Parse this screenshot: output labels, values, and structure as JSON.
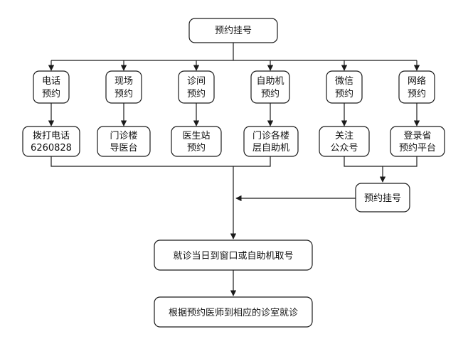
{
  "top": {
    "label": "预约挂号"
  },
  "channels": [
    {
      "line1": "电话",
      "line2": "预约"
    },
    {
      "line1": "现场",
      "line2": "预约"
    },
    {
      "line1": "诊间",
      "line2": "预约"
    },
    {
      "line1": "自助机",
      "line2": "预约"
    },
    {
      "line1": "微信",
      "line2": "预约"
    },
    {
      "line1": "网络",
      "line2": "预约"
    }
  ],
  "methods": [
    {
      "line1": "拨打电话",
      "line2": "6260828"
    },
    {
      "line1": "门诊楼",
      "line2": "导医台"
    },
    {
      "line1": "医生站",
      "line2": "预约"
    },
    {
      "line1": "门诊各楼",
      "line2": "层自助机"
    },
    {
      "line1": "关注",
      "line2": "公众号"
    },
    {
      "line1": "登录省",
      "line2": "预约平台"
    }
  ],
  "merge": {
    "label": "预约挂号"
  },
  "step1": {
    "label": "就诊当日到窗口或自助机取号"
  },
  "step2": {
    "label": "根据预约医师到相应的诊室就诊"
  }
}
